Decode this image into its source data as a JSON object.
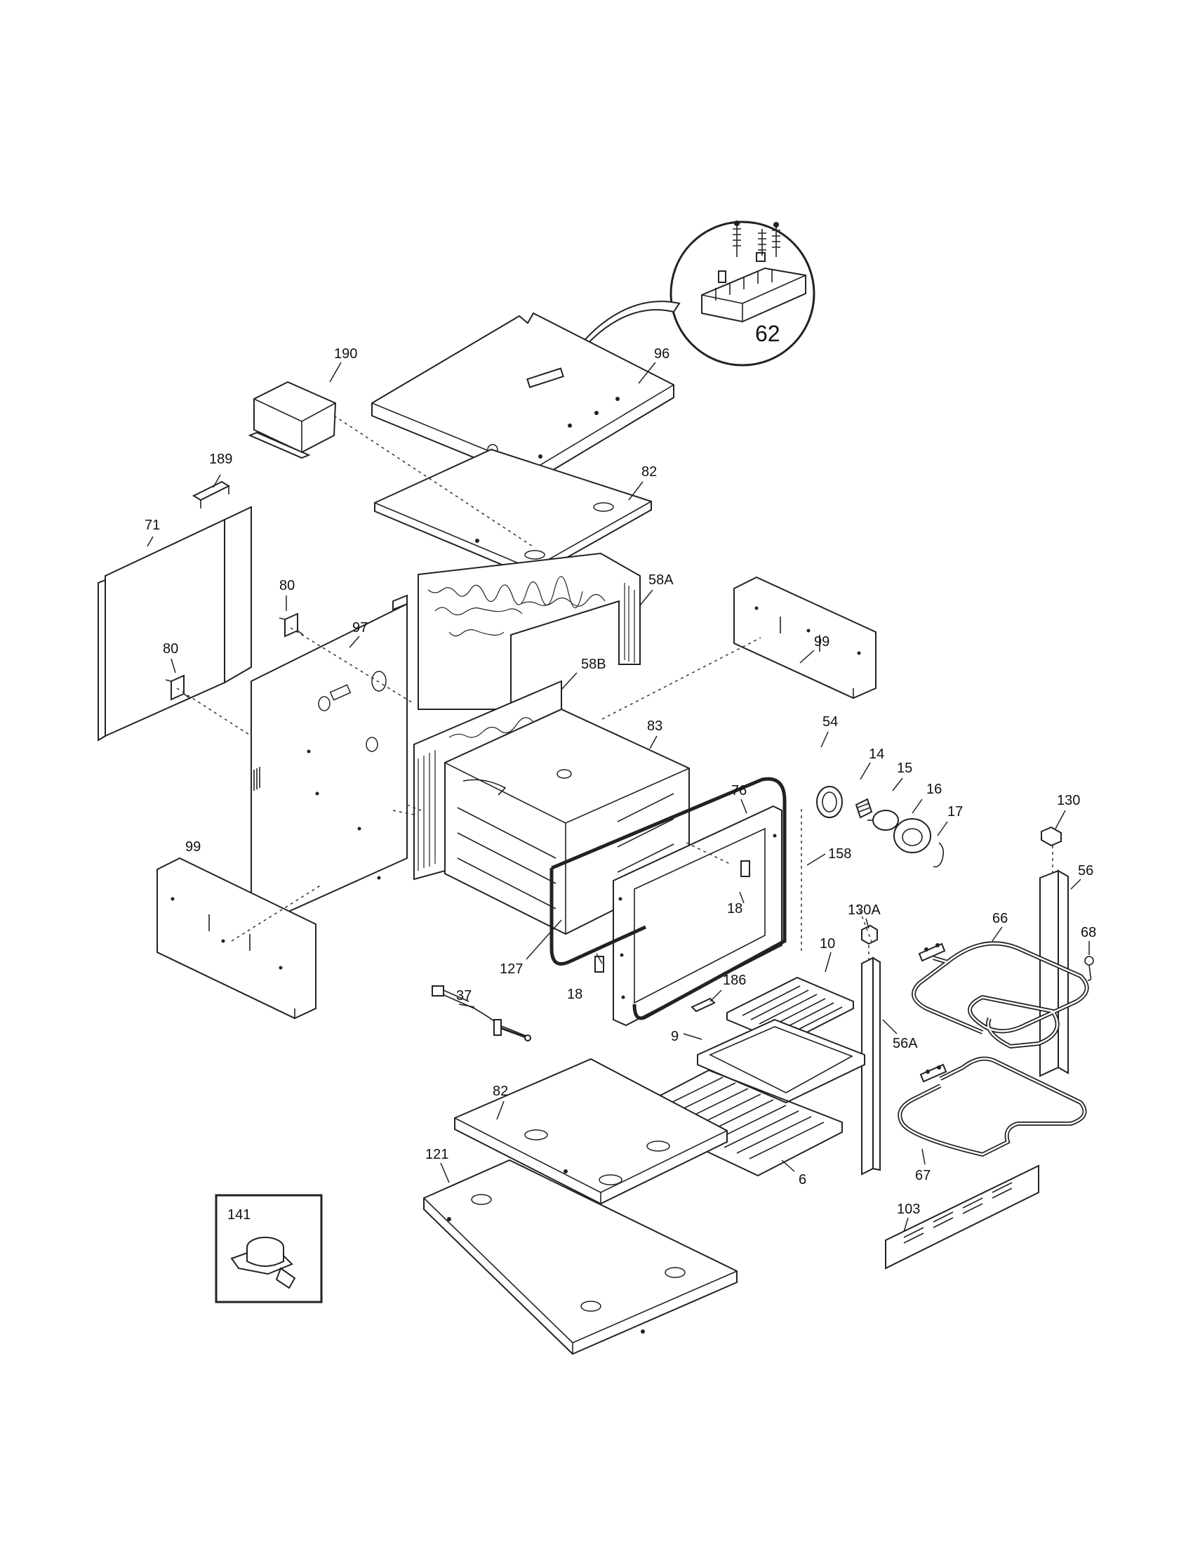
{
  "labels": {
    "p190": "190",
    "p96": "96",
    "p62": "62",
    "p189": "189",
    "p71": "71",
    "p82_top": "82",
    "p80_a": "80",
    "p80_b": "80",
    "p97": "97",
    "p58A": "58A",
    "p99_right": "99",
    "p58B": "58B",
    "p83": "83",
    "p54": "54",
    "p14": "14",
    "p15": "15",
    "p16": "16",
    "p17": "17",
    "p76": "76",
    "p130": "130",
    "p158": "158",
    "p56": "56",
    "p99_left": "99",
    "p18_a": "18",
    "p18_b": "18",
    "p127": "127",
    "p130A": "130A",
    "p66": "66",
    "p68": "68",
    "p10": "10",
    "p37": "37",
    "p186": "186",
    "p9": "9",
    "p56A": "56A",
    "p82_bottom": "82",
    "p121": "121",
    "p6": "6",
    "p67": "67",
    "p103": "103",
    "p141": "141"
  }
}
